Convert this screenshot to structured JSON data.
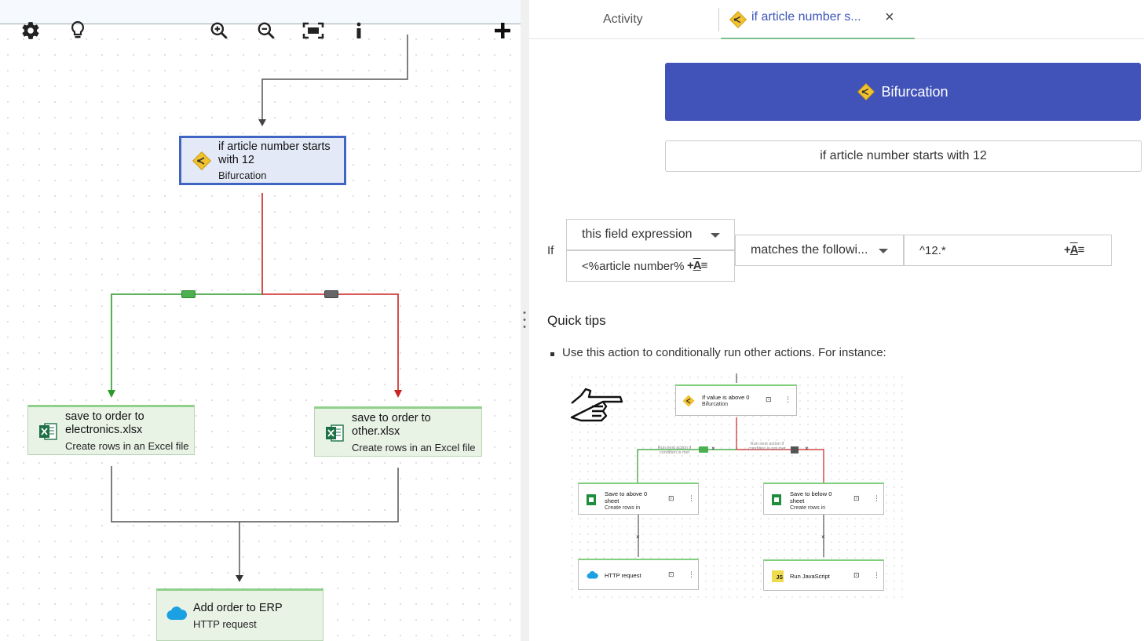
{
  "canvas": {
    "toolbar": {
      "settings": "gear-icon",
      "tips": "lightbulb-icon",
      "zoom_in": "zoom-in-icon",
      "zoom_out": "zoom-out-icon",
      "fit": "fit-screen-icon",
      "info": "info-icon",
      "add": "plus-icon"
    },
    "nodes": {
      "bifurcation": {
        "title": "if article number starts with 12",
        "subtitle": "Bifurcation"
      },
      "save_electronics": {
        "title": "save to order to electronics.xlsx",
        "subtitle": "Create rows in an Excel file"
      },
      "save_other": {
        "title": "save to order to other.xlsx",
        "subtitle": "Create rows in an Excel file"
      },
      "add_erp": {
        "title": "Add order to ERP",
        "subtitle": "HTTP request"
      }
    },
    "colors": {
      "true_branch": "#2a9a2a",
      "false_branch": "#cc2222",
      "selected": "#3f64c4"
    }
  },
  "panel": {
    "tabs": {
      "activity": "Activity",
      "active": "if article number s...",
      "close": "×"
    },
    "type_button": "Bifurcation",
    "name": "if article number starts with 12",
    "condition": {
      "if_label": "If",
      "left_type": "this field expression",
      "left_value": "<%article number%>",
      "operator": "matches the followi...",
      "right_value": "^12.*",
      "template_icon": "+A"
    },
    "quick_tips": {
      "title": "Quick tips",
      "bullet": "Use this action to conditionally run other actions. For instance:"
    },
    "example": {
      "top": {
        "title": "If value is above 0",
        "subtitle": "Bifurcation"
      },
      "true_note": "Run next action if condition is met",
      "false_note": "Run next action if condition is not met",
      "left1": {
        "title": "Save to above 0 sheet",
        "subtitle": "Create rows in"
      },
      "right1": {
        "title": "Save to below 0 sheet",
        "subtitle": "Create rows in"
      },
      "left2": {
        "title": "HTTP request"
      },
      "right2": {
        "title": "Run JavaScript",
        "badge": "JS"
      },
      "x_mark": "×",
      "menu": "⋮"
    },
    "colors": {
      "primary": "#4152b8",
      "tab_active": "#3d56b8"
    }
  }
}
